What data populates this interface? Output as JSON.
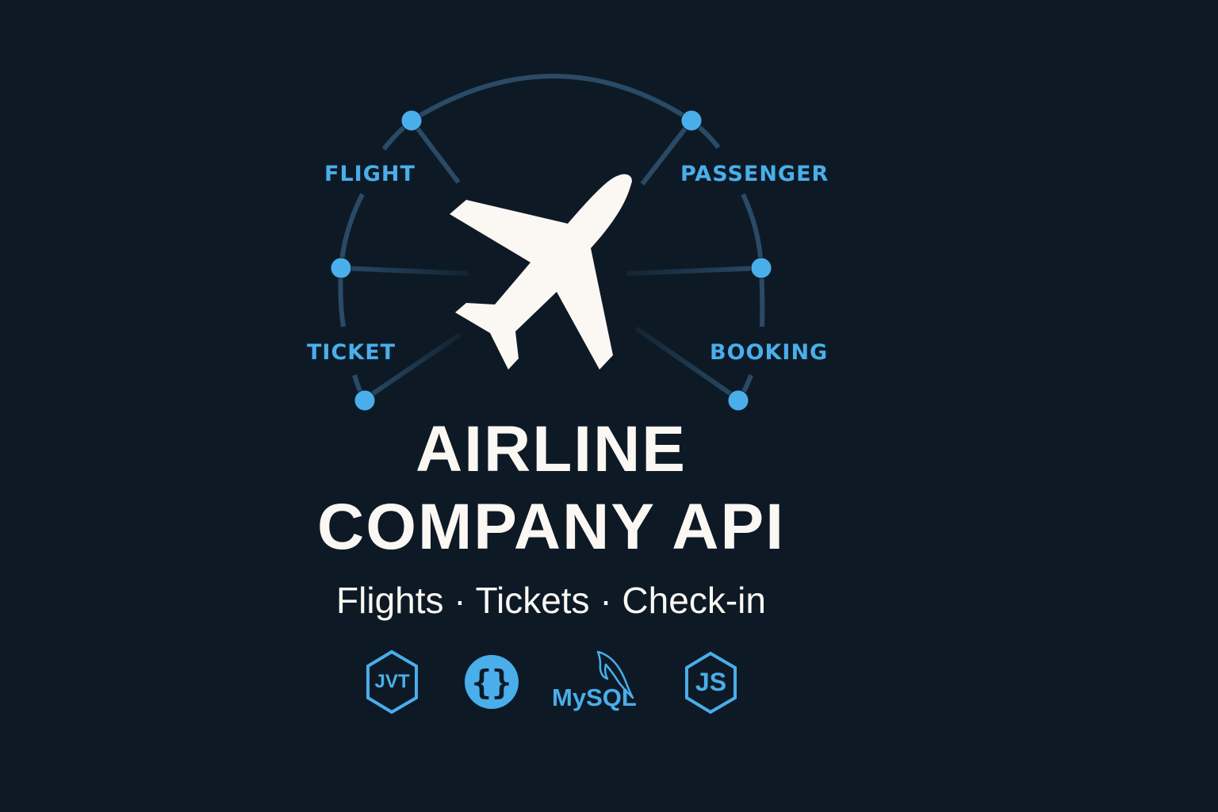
{
  "title": {
    "line1": "AIRLINE",
    "line2": "COMPANY API"
  },
  "subtitle": "Flights · Tickets · Check-in",
  "nodes": [
    {
      "label": "FLIGHT",
      "icon": "node-dot"
    },
    {
      "label": "PASSENGER",
      "icon": "node-dot"
    },
    {
      "label": "TICKET",
      "icon": "node-dot"
    },
    {
      "label": "BOOKING",
      "icon": "node-dot"
    }
  ],
  "center_icon": "airplane-icon",
  "tech_stack": [
    {
      "name": "JVT",
      "icon": "jwt-hexagon-icon"
    },
    {
      "name": "{ }",
      "icon": "json-braces-icon"
    },
    {
      "name": "MySQL",
      "icon": "mysql-dolphin-icon"
    },
    {
      "name": "JS",
      "icon": "nodejs-hexagon-icon"
    }
  ],
  "colors": {
    "background": "#0d1a26",
    "accent": "#4aaeea",
    "arc": "#2a4a66",
    "text": "#fbf7f2"
  }
}
